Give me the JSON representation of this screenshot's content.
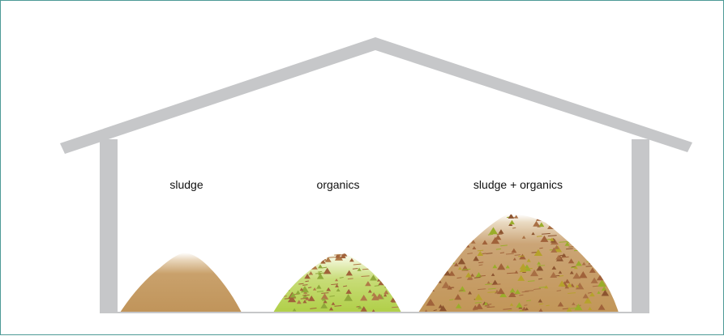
{
  "labels": {
    "sludge": "sludge",
    "organics": "organics",
    "mix": "sludge + organics"
  },
  "colors": {
    "border": "#4e9a96",
    "building": "#c6c7c9",
    "sludge": "#c49a62",
    "organics": "#b8d25a",
    "chips_brown": "#a0623a",
    "chips_green": "#9aad2a"
  },
  "piles": [
    {
      "name": "sludge",
      "texture": "none"
    },
    {
      "name": "organics",
      "texture": "brown-chips"
    },
    {
      "name": "sludge-plus-organics",
      "texture": "mixed-chips"
    }
  ]
}
